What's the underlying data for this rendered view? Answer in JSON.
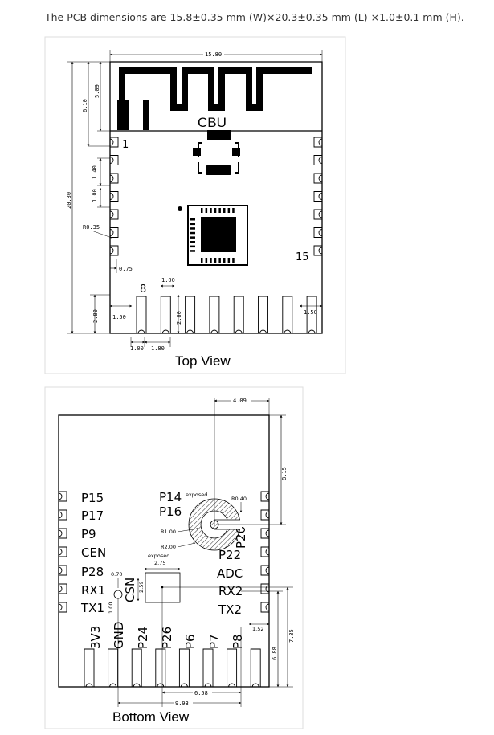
{
  "caption": "The PCB dimensions are 15.8±0.35 mm (W)×20.3±0.35 mm (L) ×1.0±0.1 mm (H).",
  "top_view": {
    "title": "Top View",
    "chip_label": "CBU",
    "pin_first": "1",
    "pin_bottom_first": "8",
    "pin_last": "15",
    "dims": {
      "width": "15.80",
      "height": "20.30",
      "antenna_a": "6.10",
      "antenna_b": "5.09",
      "pitch_side": "1.40",
      "pad_side": "1.00",
      "radius": "R0.35",
      "edge": "0.75",
      "pad_bottom": "1.00",
      "pad_len_left": "2.80",
      "pad_len_mid": "2.80",
      "edge_left": "1.50",
      "edge_right": "1.50",
      "pad_w": "1.00",
      "pitch_bottom": "1.80"
    }
  },
  "bottom_view": {
    "title": "Bottom View",
    "left_pins": [
      "P15",
      "P17",
      "P9",
      "CEN",
      "P28",
      "RX1",
      "TX1"
    ],
    "right_pins": [
      "P22",
      "ADC",
      "RX2",
      "TX2"
    ],
    "bottom_pins": [
      "3V3",
      "GND",
      "P24",
      "P26",
      "P6",
      "P7",
      "P8"
    ],
    "p14": "P14",
    "p16": "P16",
    "p20": "P20",
    "csn": "CSN",
    "exposed_1": "exposed",
    "exposed_2": "exposed",
    "dims": {
      "d409": "4.09",
      "d815": "8.15",
      "r040": "R0.40",
      "r100": "R1.00",
      "r200": "R2.00",
      "d275": "2.75",
      "d070": "0.70",
      "d259": "2.59",
      "d100": "1.00",
      "d152": "1.52",
      "d688": "6.88",
      "d735": "7.35",
      "d658": "6.58",
      "d993": "9.93"
    }
  }
}
